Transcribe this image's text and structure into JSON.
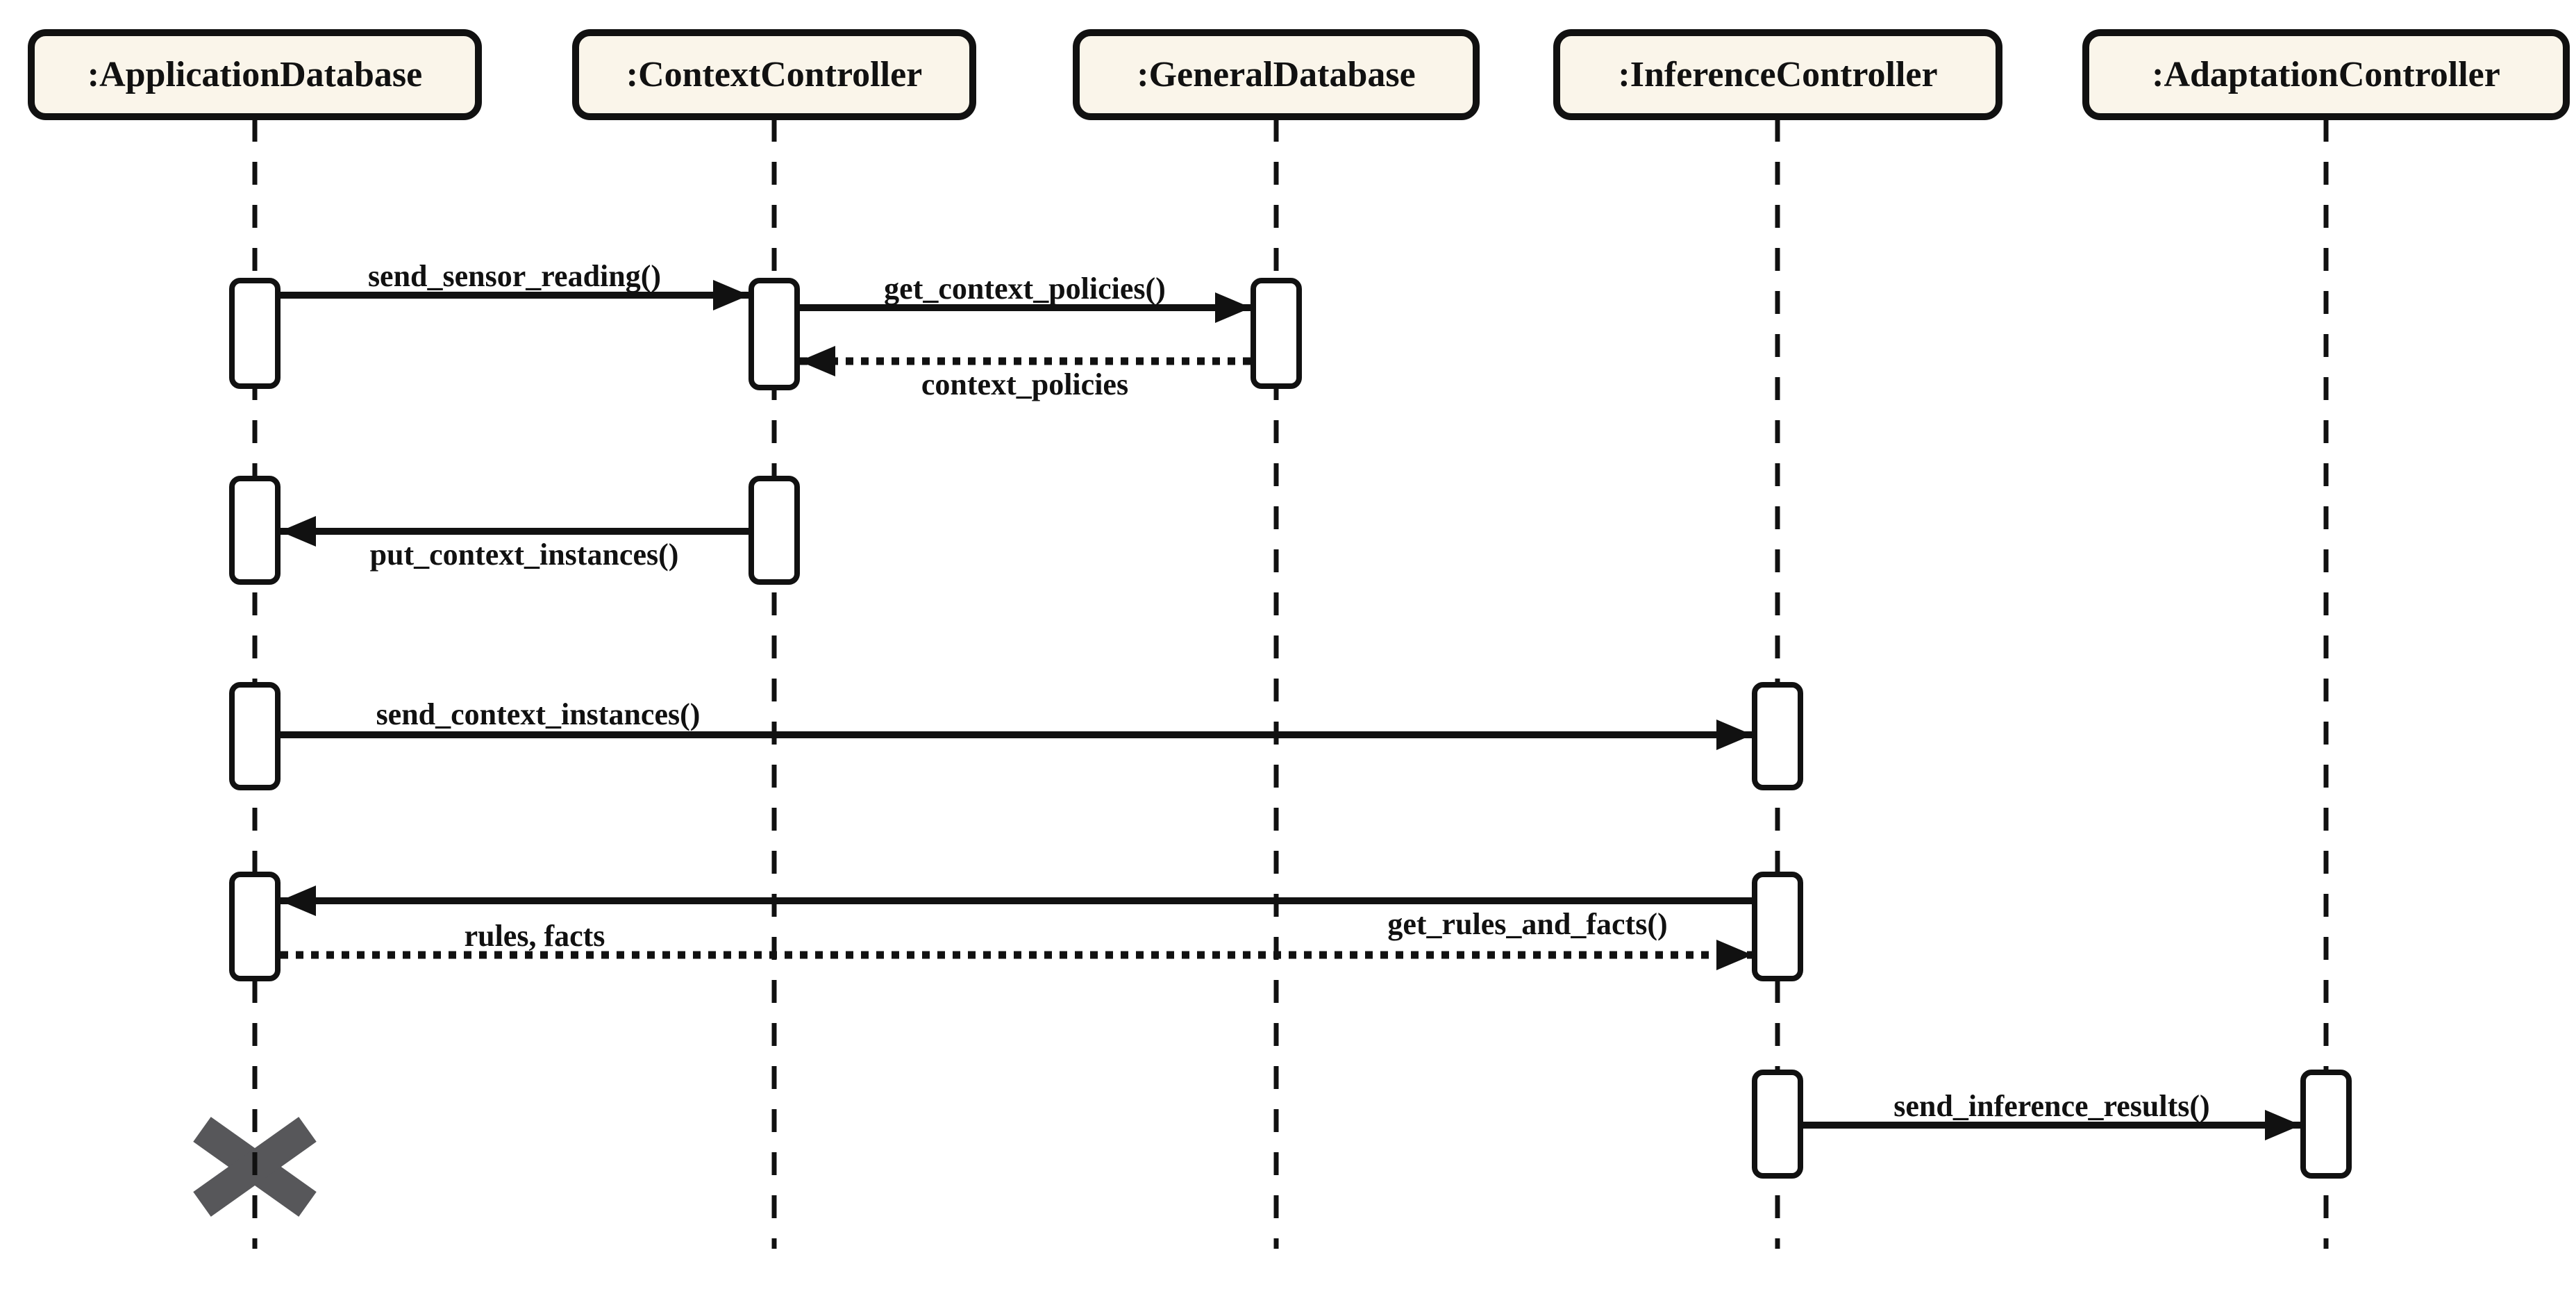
{
  "diagram": {
    "type": "uml-sequence-diagram",
    "background": "#FFFFFF",
    "colors": {
      "participant_fill": "#FAF5EA",
      "stroke": "#111111",
      "activation_fill": "#FFFFFF",
      "destroy_marker": "#57575A"
    }
  },
  "lifelines": [
    {
      "label": ":ApplicationDatabase",
      "destroyed": true
    },
    {
      "label": ":ContextController",
      "destroyed": false
    },
    {
      "label": ":GeneralDatabase",
      "destroyed": false
    },
    {
      "label": ":InferenceController",
      "destroyed": false
    },
    {
      "label": ":AdaptationController",
      "destroyed": false
    }
  ],
  "messages": [
    {
      "label": "send_sensor_reading()",
      "from": ":ApplicationDatabase",
      "to": ":ContextController",
      "line": "solid",
      "direction": "right"
    },
    {
      "label": "get_context_policies()",
      "from": ":ContextController",
      "to": ":GeneralDatabase",
      "line": "solid",
      "direction": "right"
    },
    {
      "label": "context_policies",
      "from": ":GeneralDatabase",
      "to": ":ContextController",
      "line": "dotted",
      "direction": "left"
    },
    {
      "label": "put_context_instances()",
      "from": ":ContextController",
      "to": ":ApplicationDatabase",
      "line": "solid",
      "direction": "left"
    },
    {
      "label": "send_context_instances()",
      "from": ":ApplicationDatabase",
      "to": ":InferenceController",
      "line": "solid",
      "direction": "right"
    },
    {
      "label": "get_rules_and_facts()",
      "from": ":InferenceController",
      "to": ":ApplicationDatabase",
      "line": "solid",
      "direction": "left"
    },
    {
      "label": "rules, facts",
      "from": ":ApplicationDatabase",
      "to": ":InferenceController",
      "line": "dotted",
      "direction": "right"
    },
    {
      "label": "send_inference_results()",
      "from": ":InferenceController",
      "to": ":AdaptationController",
      "line": "solid",
      "direction": "right"
    }
  ]
}
